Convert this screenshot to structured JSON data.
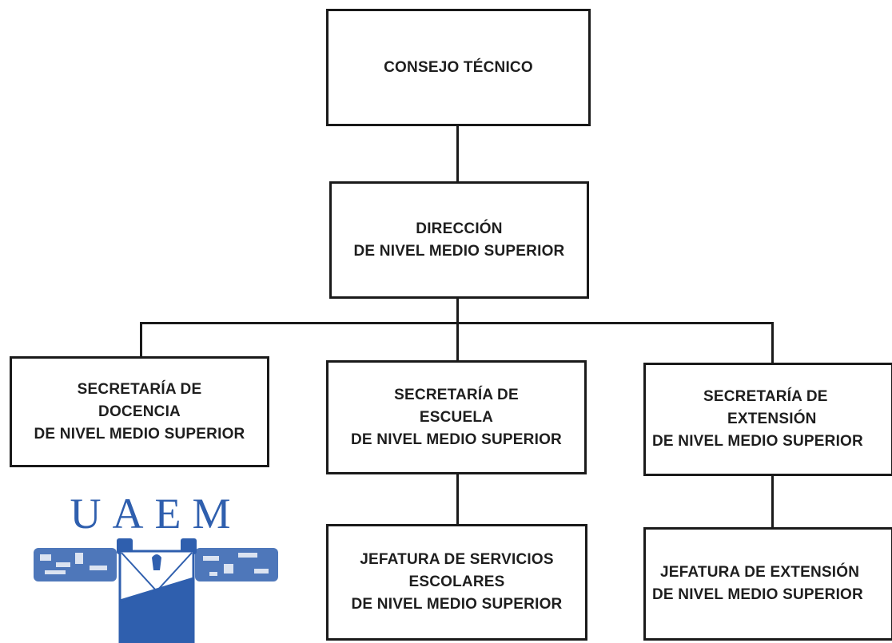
{
  "diagram": {
    "nodes": {
      "consejo": {
        "lines": [
          "CONSEJO TÉCNICO"
        ]
      },
      "direccion": {
        "lines": [
          "DIRECCIÓN",
          "DE NIVEL MEDIO SUPERIOR"
        ]
      },
      "docencia": {
        "lines": [
          "SECRETARÍA DE",
          "DOCENCIA",
          "DE NIVEL MEDIO SUPERIOR"
        ]
      },
      "escuela": {
        "lines": [
          "SECRETARÍA DE",
          "ESCUELA",
          "DE NIVEL MEDIO SUPERIOR"
        ]
      },
      "extension": {
        "lines": [
          "SECRETARÍA DE",
          "EXTENSIÓN",
          "DE NIVEL MEDIO SUPERIOR"
        ]
      },
      "servicios": {
        "lines": [
          "JEFATURA DE SERVICIOS",
          "ESCOLARES",
          "DE NIVEL MEDIO SUPERIOR"
        ]
      },
      "jefatura_extension": {
        "lines": [
          "JEFATURA DE EXTENSIÓN",
          "DE NIVEL MEDIO SUPERIOR"
        ]
      }
    },
    "edges": [
      {
        "from": "consejo",
        "to": "direccion"
      },
      {
        "from": "direccion",
        "to": "docencia"
      },
      {
        "from": "direccion",
        "to": "escuela"
      },
      {
        "from": "direccion",
        "to": "extension"
      },
      {
        "from": "escuela",
        "to": "servicios"
      },
      {
        "from": "extension",
        "to": "jefatura_extension"
      }
    ]
  },
  "logo": {
    "text": "UAEM",
    "color": "#2f5fae"
  },
  "colors": {
    "line": "#1a1a1a",
    "text": "#1e1e1e",
    "logo_blue": "#2f5fae"
  }
}
